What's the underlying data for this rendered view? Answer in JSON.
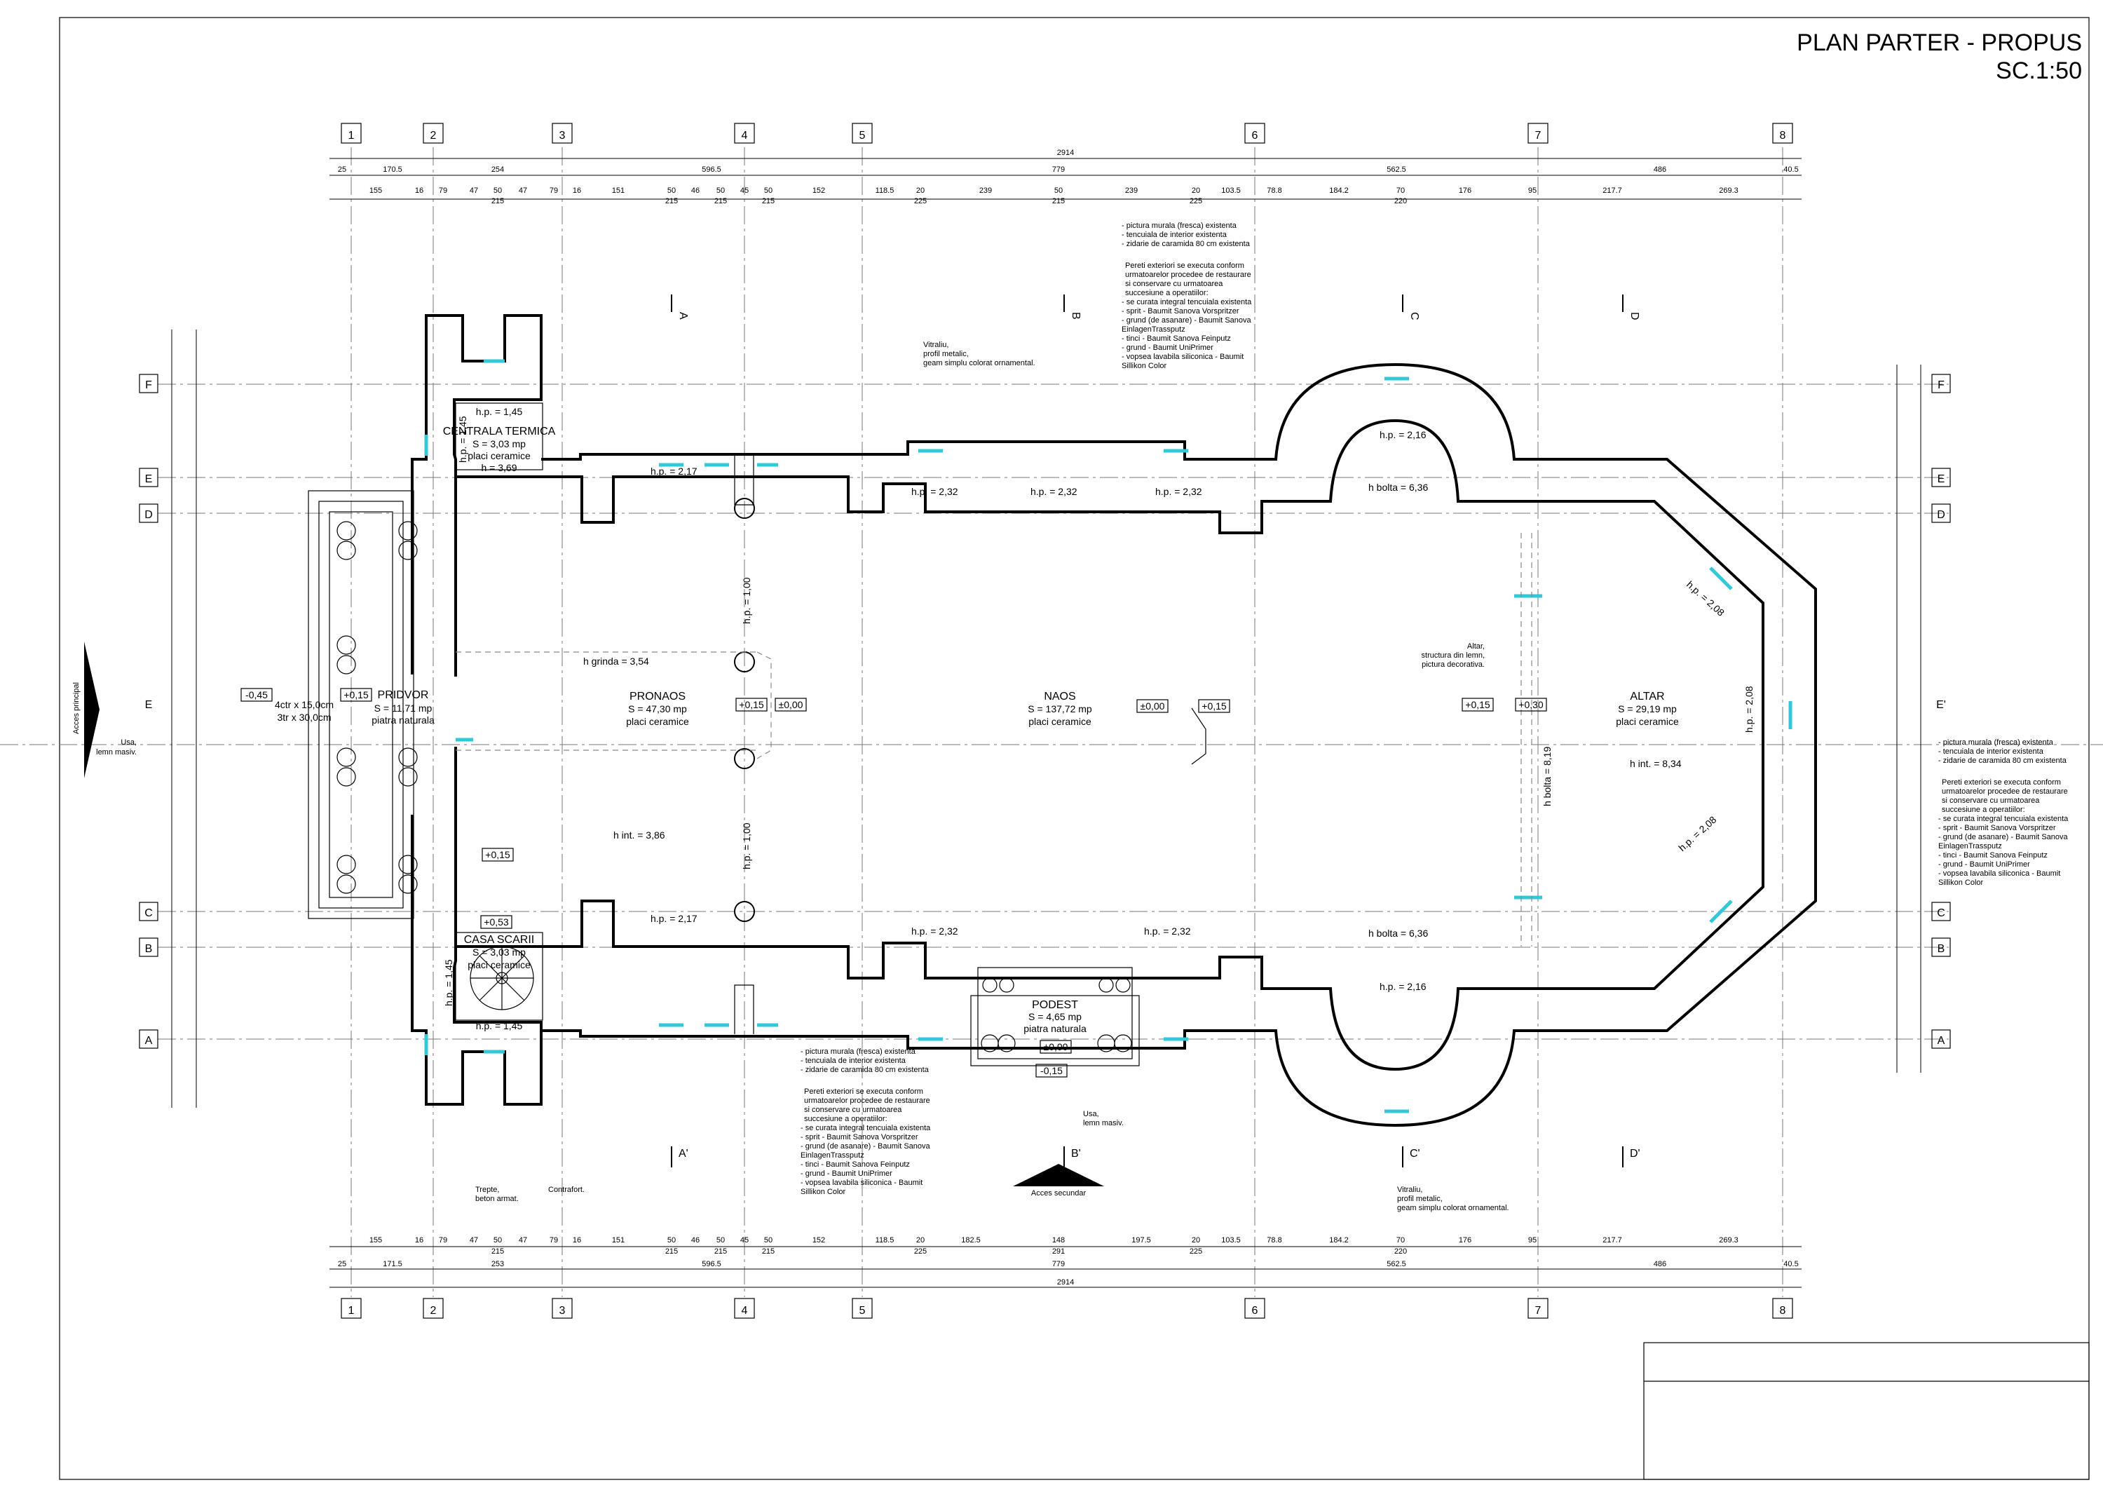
{
  "title": {
    "line1": "PLAN PARTER - PROPUS",
    "line2": "SC.1:50"
  },
  "grid_cols": [
    "1",
    "2",
    "3",
    "4",
    "5",
    "6",
    "7",
    "8"
  ],
  "grid_rows": [
    "F",
    "E",
    "D",
    "E",
    "C",
    "B",
    "A"
  ],
  "grid_rows_right": [
    "F",
    "E",
    "D",
    "E'",
    "C",
    "B",
    "A"
  ],
  "sections_top": [
    "A",
    "B",
    "C",
    "D"
  ],
  "sections_bottom": [
    "A'",
    "B'",
    "C'",
    "D'"
  ],
  "dims_top": {
    "total": "2914",
    "row1": [
      "25",
      "170.5",
      "254",
      "596.5",
      "779",
      "562.5",
      "486",
      "40.5"
    ],
    "row2": [
      "155",
      "16",
      "79",
      "47",
      "50",
      "47",
      "79",
      "16",
      "151",
      "50",
      "46",
      "50",
      "45",
      "50",
      "152",
      "118.5",
      "20",
      "239",
      "50",
      "239",
      "20",
      "103.5",
      "78.8",
      "184.2",
      "70",
      "176",
      "95",
      "217.7",
      "269.3"
    ],
    "row2_sub": [
      "215",
      "215",
      "215",
      "215",
      "225",
      "215",
      "225",
      "220"
    ]
  },
  "dims_bottom": {
    "total": "2914",
    "row1": [
      "25",
      "171.5",
      "253",
      "596.5",
      "779",
      "562.5",
      "486",
      "40.5"
    ],
    "row2": [
      "155",
      "16",
      "79",
      "47",
      "50",
      "47",
      "79",
      "16",
      "151",
      "50",
      "46",
      "50",
      "45",
      "50",
      "152",
      "118.5",
      "20",
      "182.5",
      "148",
      "197.5",
      "20",
      "103.5",
      "78.8",
      "184.2",
      "70",
      "176",
      "95",
      "217.7",
      "269.3"
    ],
    "row2_sub": [
      "215",
      "215",
      "215",
      "215",
      "225",
      "291",
      "225",
      "220"
    ]
  },
  "rooms": {
    "centrala": {
      "hp": "h.p. = 1,45",
      "name": "CENTRALA TERMICA",
      "area": "S = 3,03 mp",
      "finish": "placi ceramice",
      "height": "h = 3,69"
    },
    "pridvor": {
      "name": "PRIDVOR",
      "area": "S = 11,71 mp",
      "finish": "piatra naturala"
    },
    "pronaos": {
      "name": "PRONAOS",
      "area": "S = 47,30 mp",
      "finish": "placi ceramice"
    },
    "naos": {
      "name": "NAOS",
      "area": "S = 137,72 mp",
      "finish": "placi ceramice"
    },
    "altar": {
      "name": "ALTAR",
      "area": "S = 29,19 mp",
      "finish": "placi ceramice"
    },
    "casa": {
      "name": "CASA SCARII",
      "area": "S = 3,03 mp",
      "finish": "placi ceramice",
      "hp": "h.p. = 1,45"
    },
    "podest": {
      "name": "PODEST",
      "area": "S = 4,65 mp",
      "finish": "piatra naturala"
    }
  },
  "levels": {
    "neg045": "-0,45",
    "p015": "+0,15",
    "p015b": "+0,15",
    "z": "±0,00",
    "z2": "±0,00",
    "p015c": "+0,15",
    "p030": "+0,30",
    "p053": "+0,53",
    "podz": "±0,00",
    "neg015": "-0,15",
    "p015d": "+0,15",
    "p015e": "+0,15"
  },
  "heights": {
    "hp217t": "h.p. = 2,17",
    "hp217b": "h.p. = 2,17",
    "hp232a": "h.p. = 2,32",
    "hp232b": "h.p. = 2,32",
    "hp232c": "h.p. = 2,32",
    "hp232d": "h.p. = 2,32",
    "hp232e": "h.p. = 2,32",
    "hp216t": "h.p. = 2,16",
    "hp216b": "h.p. = 2,16",
    "hbolta636t": "h bolta = 6,36",
    "hbolta636b": "h bolta = 6,36",
    "hgrinda": "h grinda = 3,54",
    "hint386": "h int. = 3,86",
    "hint834": "h int. = 8,34",
    "hbolta819": "h bolta = 8,19",
    "hp208a": "h.p. = 2,08",
    "hp208b": "h.p. = 2,08",
    "hp208c": "h.p. = 2,08",
    "hp100a": "h.p. = 1,00",
    "hp100b": "h.p. = 1,00",
    "hp145v": "h.p. = 1,45",
    "hp145v2": "h.p. = 1,45"
  },
  "notes": {
    "wall_top": [
      "- pictura murala (fresca) existenta",
      "- tencuiala de interior existenta",
      "- zidarie de caramida 80 cm existenta",
      "",
      "Pereti exteriori se executa conform",
      "urmatoarelor procedee de restaurare",
      "si conservare cu urmatoarea",
      "succesiune a operatiilor:",
      "- se curata integral tencuiala existenta",
      "- sprit - Baumit Sanova Vorspritzer",
      "- grund (de asanare) - Baumit Sanova",
      "EinlagenTrassputz",
      "- tinci - Baumit Sanova Feinputz",
      "- grund - Baumit UniPrimer",
      "- vopsea lavabila siliconica - Baumit",
      "Sillikon Color"
    ],
    "vitraliu_top": [
      "Vitraliu,",
      "profil metalic,",
      "geam simplu colorat ornamental."
    ],
    "vitraliu_bottom": [
      "Vitraliu,",
      "profil metalic,",
      "geam simplu colorat ornamental."
    ],
    "altar_note": [
      "Altar,",
      "structura din lemn,",
      "pictura decorativa."
    ],
    "usa_main": [
      "Usa,",
      "lemn masiv."
    ],
    "usa_sec": [
      "Usa,",
      "lemn masiv."
    ],
    "trepte": [
      "Trepte,",
      "beton armat."
    ],
    "contrafort": "Contrafort.",
    "stairs_size": [
      "4ctr x 15,0cm",
      "3tr x 30,0cm"
    ],
    "acces_principal": "Acces principal",
    "acces_secundar": "Acces secundar"
  },
  "colors": {
    "glass": "#32c8d8",
    "line": "#000000",
    "axis": "#777777"
  }
}
